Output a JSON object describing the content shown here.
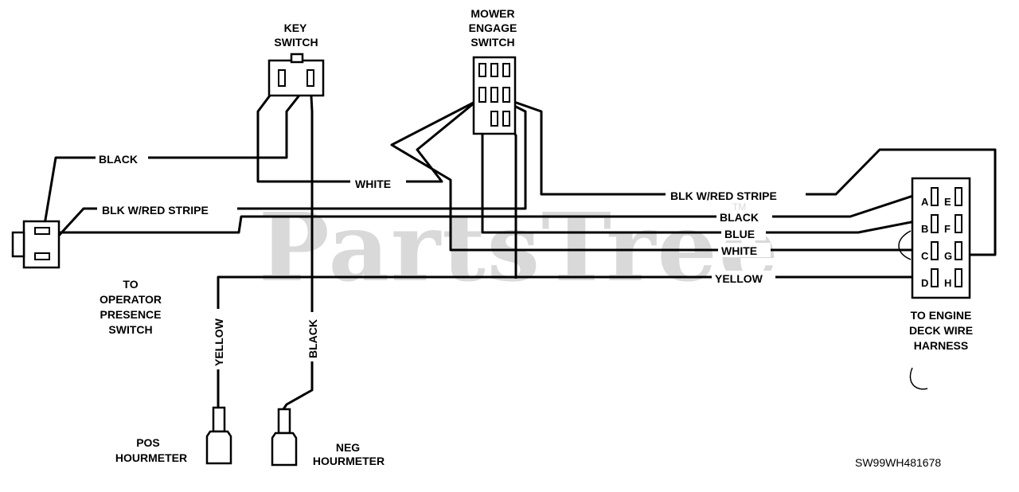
{
  "watermark": {
    "text": "PartsTree",
    "tm": "TM"
  },
  "components": {
    "key_switch": {
      "line1": "KEY",
      "line2": "SWITCH"
    },
    "mower_engage_switch": {
      "line1": "MOWER",
      "line2": "ENGAGE",
      "line3": "SWITCH"
    },
    "operator_presence": {
      "line1": "TO",
      "line2": "OPERATOR",
      "line3": "PRESENCE",
      "line4": "SWITCH"
    },
    "engine_deck_harness": {
      "line1": "TO ENGINE",
      "line2": "DECK WIRE",
      "line3": "HARNESS",
      "pins": [
        "A",
        "B",
        "C",
        "D",
        "E",
        "F",
        "G",
        "H"
      ]
    },
    "pos_hourmeter": {
      "line1": "POS",
      "line2": "HOURMETER"
    },
    "neg_hourmeter": {
      "line1": "NEG",
      "line2": "HOURMETER"
    }
  },
  "wires": {
    "black_1": "BLACK",
    "white_1": "WHITE",
    "blk_red_1": "BLK W/RED STRIPE",
    "blk_red_2": "BLK W/RED STRIPE",
    "black_2": "BLACK",
    "blue": "BLUE",
    "white_2": "WHITE",
    "yellow_1": "YELLOW",
    "yellow_2": "YELLOW",
    "black_3": "BLACK"
  },
  "diagram_code": "SW99WH481678"
}
